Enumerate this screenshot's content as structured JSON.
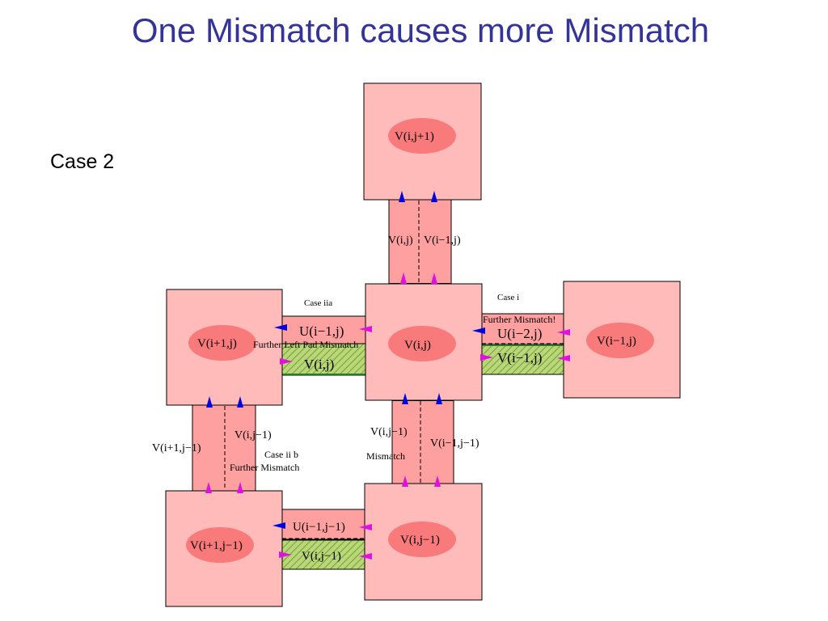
{
  "slide": {
    "title": "One Mismatch causes more Mismatch",
    "case_label": "Case 2"
  },
  "diagram": {
    "cells": {
      "top": "V(i,j+1)",
      "center": "V(i,j)",
      "left": "V(i+1,j)",
      "right": "V(i−1,j)",
      "bottom_left": "V(i+1,j−1)",
      "bottom_right": "V(i,j−1)"
    },
    "vertical_links": {
      "top": {
        "left_label": "V(i,j)",
        "right_label": "V(i−1,j)"
      },
      "left": {
        "outer_label": "V(i+1,j−1)",
        "inner_label": "V(i,j−1)"
      },
      "bottom": {
        "left_label": "V(i,j−1)",
        "right_label": "V(i−1,j−1)"
      }
    },
    "horizontal_links": {
      "left": {
        "upper": "U(i−1,j)",
        "lower": "V(i,j)"
      },
      "right": {
        "upper": "U(i−2,j)",
        "lower": "V(i−1,j)"
      },
      "bottom": {
        "upper": "U(i−1,j−1)",
        "lower": "V(i,j−1)"
      }
    },
    "annotations": {
      "case_iia": "Case iia",
      "further_left_pad": "Further Left Pad Mismatch",
      "case_i": "Case i",
      "further_mismatch_excl": "Further Mismatch!",
      "case_iib": "Case ii b",
      "further_mismatch": "Further Mismatch",
      "mismatch": "Mismatch"
    },
    "colors": {
      "cell_fill": "#ffbaba",
      "oval_fill": "#f97a7a",
      "link_fill": "#ffa0a0",
      "hatch_fill": "#b8d878",
      "blue_arrow": "#0000e0",
      "magenta_arrow": "#e010e0",
      "title_color": "#33339a"
    }
  }
}
